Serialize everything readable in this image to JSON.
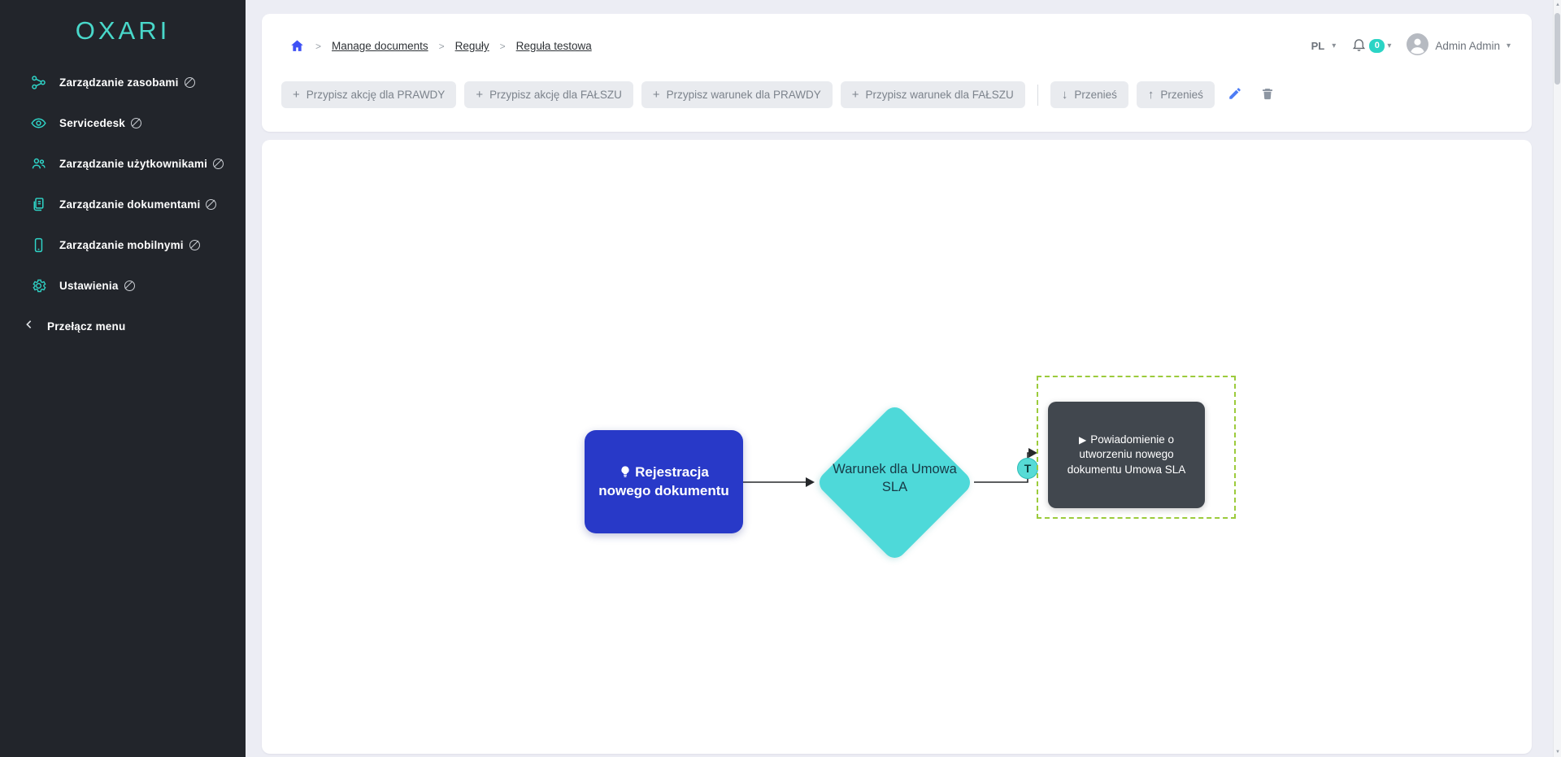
{
  "app": {
    "logo_text": "OXARI"
  },
  "sidebar": {
    "items": [
      {
        "label": "Zarządzanie zasobami",
        "icon": "nodes-icon"
      },
      {
        "label": "Servicedesk",
        "icon": "servicedesk-icon"
      },
      {
        "label": "Zarządzanie użytkownikami",
        "icon": "users-icon"
      },
      {
        "label": "Zarządzanie dokumentami",
        "icon": "documents-icon"
      },
      {
        "label": "Zarządzanie mobilnymi",
        "icon": "mobile-icon"
      },
      {
        "label": "Ustawienia",
        "icon": "gear-icon"
      }
    ],
    "toggle_label": "Przełącz menu"
  },
  "breadcrumb": {
    "items": [
      "Manage documents",
      "Reguły",
      "Reguła testowa"
    ]
  },
  "userbar": {
    "language": "PL",
    "notification_count": "0",
    "user_name": "Admin Admin"
  },
  "toolbar": {
    "assign_action_true": "Przypisz akcję dla PRAWDY",
    "assign_action_false": "Przypisz akcję dla FAŁSZU",
    "assign_condition_true": "Przypisz warunek dla PRAWDY",
    "assign_condition_false": "Przypisz warunek dla FAŁSZU",
    "move_down": "Przenieś",
    "move_up": "Przenieś"
  },
  "flow": {
    "start_node": {
      "label": "Rejestracja nowego dokumentu"
    },
    "condition_node": {
      "label": "Warunek dla Umowa SLA"
    },
    "action_node": {
      "label": "Powiadomienie o utworzeniu nowego dokumentu Umowa SLA"
    },
    "edge_true_label": "T"
  },
  "icons": {
    "plus": "+",
    "caret_down": "▾",
    "arrow_down": "↓",
    "arrow_up": "↑",
    "play": "▶",
    "breadcrumb_separator": ">",
    "scroll_up": "▲",
    "scroll_down": "▼"
  },
  "colors": {
    "accent_teal": "#2fd5c8",
    "sidebar_bg": "#22252b",
    "node_blue": "#2839c8",
    "node_condition_teal": "#4ed9d9",
    "node_action_dark": "#41474e",
    "selection_green": "#9ccb3c",
    "badge_teal": "#2bd4c5"
  }
}
